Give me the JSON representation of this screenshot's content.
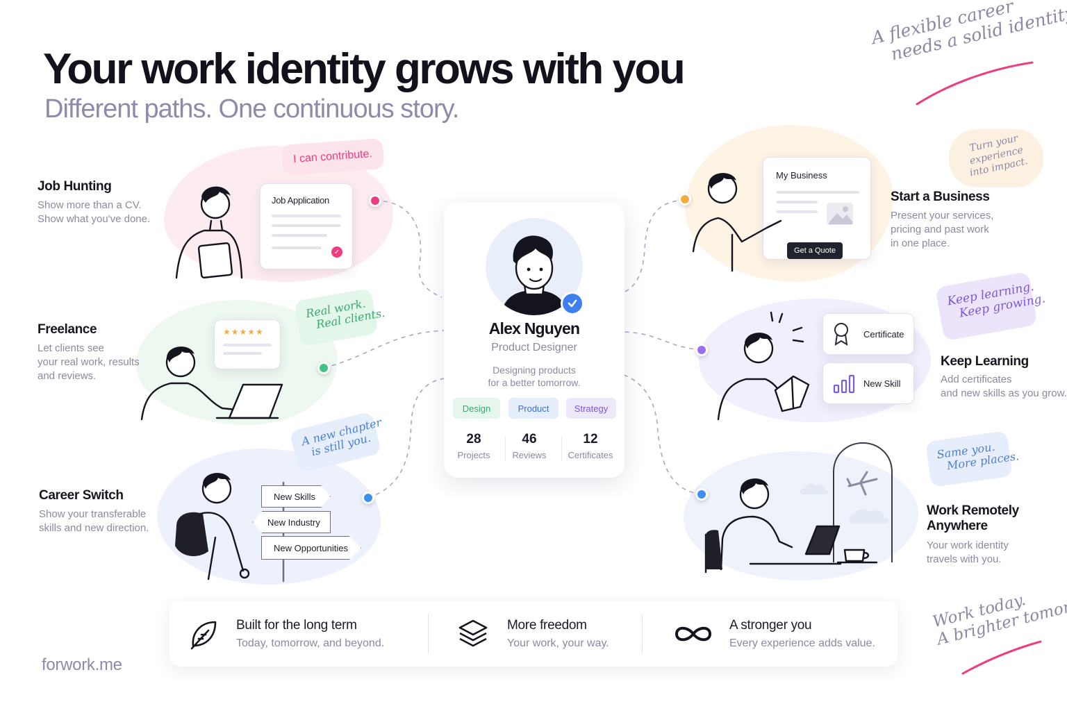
{
  "header": {
    "title": "Your work identity grows with you",
    "subtitle": "Different paths. One continuous story."
  },
  "notes": {
    "top_right": [
      "A flexible career",
      "needs a solid identity."
    ],
    "bottom_right": [
      "Work today.",
      "A brighter tomorrow."
    ]
  },
  "sections": {
    "job_hunting": {
      "title": "Job Hunting",
      "desc": [
        "Show more than a CV.",
        "Show what you've done."
      ],
      "card_title": "Job Application",
      "bubble": "I can contribute."
    },
    "freelance": {
      "title": "Freelance",
      "desc": [
        "Let clients see",
        "your real work, results",
        "and reviews."
      ],
      "rating": "★★★★★",
      "bubble": [
        "Real work.",
        "Real clients."
      ]
    },
    "career_switch": {
      "title": "Career Switch",
      "desc": [
        "Show your transferable",
        "skills and new direction."
      ],
      "signs": [
        "New Skills",
        "New Industry",
        "New Opportunities"
      ],
      "bubble": [
        "A new chapter",
        "is still you."
      ]
    },
    "start_business": {
      "title": "Start a Business",
      "desc": [
        "Present your services,",
        "pricing and past work",
        "in one place."
      ],
      "card_title": "My Business",
      "button": "Get a Quote",
      "bubble": [
        "Turn your",
        "experience",
        "into impact."
      ]
    },
    "keep_learning": {
      "title": "Keep Learning",
      "desc": [
        "Add certificates",
        "and new skills as you grow."
      ],
      "card1": "Certificate",
      "card2": "New Skill",
      "bubble": [
        "Keep learning.",
        "Keep growing."
      ]
    },
    "work_remotely": {
      "title": [
        "Work Remotely",
        "Anywhere"
      ],
      "desc": [
        "Your work identity",
        "travels with you."
      ],
      "bubble": [
        "Same you.",
        "More places."
      ]
    }
  },
  "profile": {
    "name": "Alex Nguyen",
    "role": "Product Designer",
    "tagline": [
      "Designing products",
      "for a better tomorrow."
    ],
    "tags": [
      "Design",
      "Product",
      "Strategy"
    ],
    "stats": [
      {
        "value": "28",
        "label": "Projects"
      },
      {
        "value": "46",
        "label": "Reviews"
      },
      {
        "value": "12",
        "label": "Certificates"
      }
    ]
  },
  "footer": {
    "items": [
      {
        "title": "Built for the long term",
        "desc": "Today, tomorrow, and beyond.",
        "icon": "leaf-icon"
      },
      {
        "title": "More freedom",
        "desc": "Your work, your way.",
        "icon": "layers-icon"
      },
      {
        "title": "A stronger you",
        "desc": "Every experience adds value.",
        "icon": "infinity-icon"
      }
    ]
  },
  "brand": "forwork.me",
  "colors": {
    "accent_pink": "#ee3b82",
    "accent_green": "#3fc486",
    "accent_blue": "#3d8ff0",
    "accent_orange": "#f4ae3d",
    "accent_purple": "#9b6ef0",
    "text_muted": "#8a8aa0"
  }
}
